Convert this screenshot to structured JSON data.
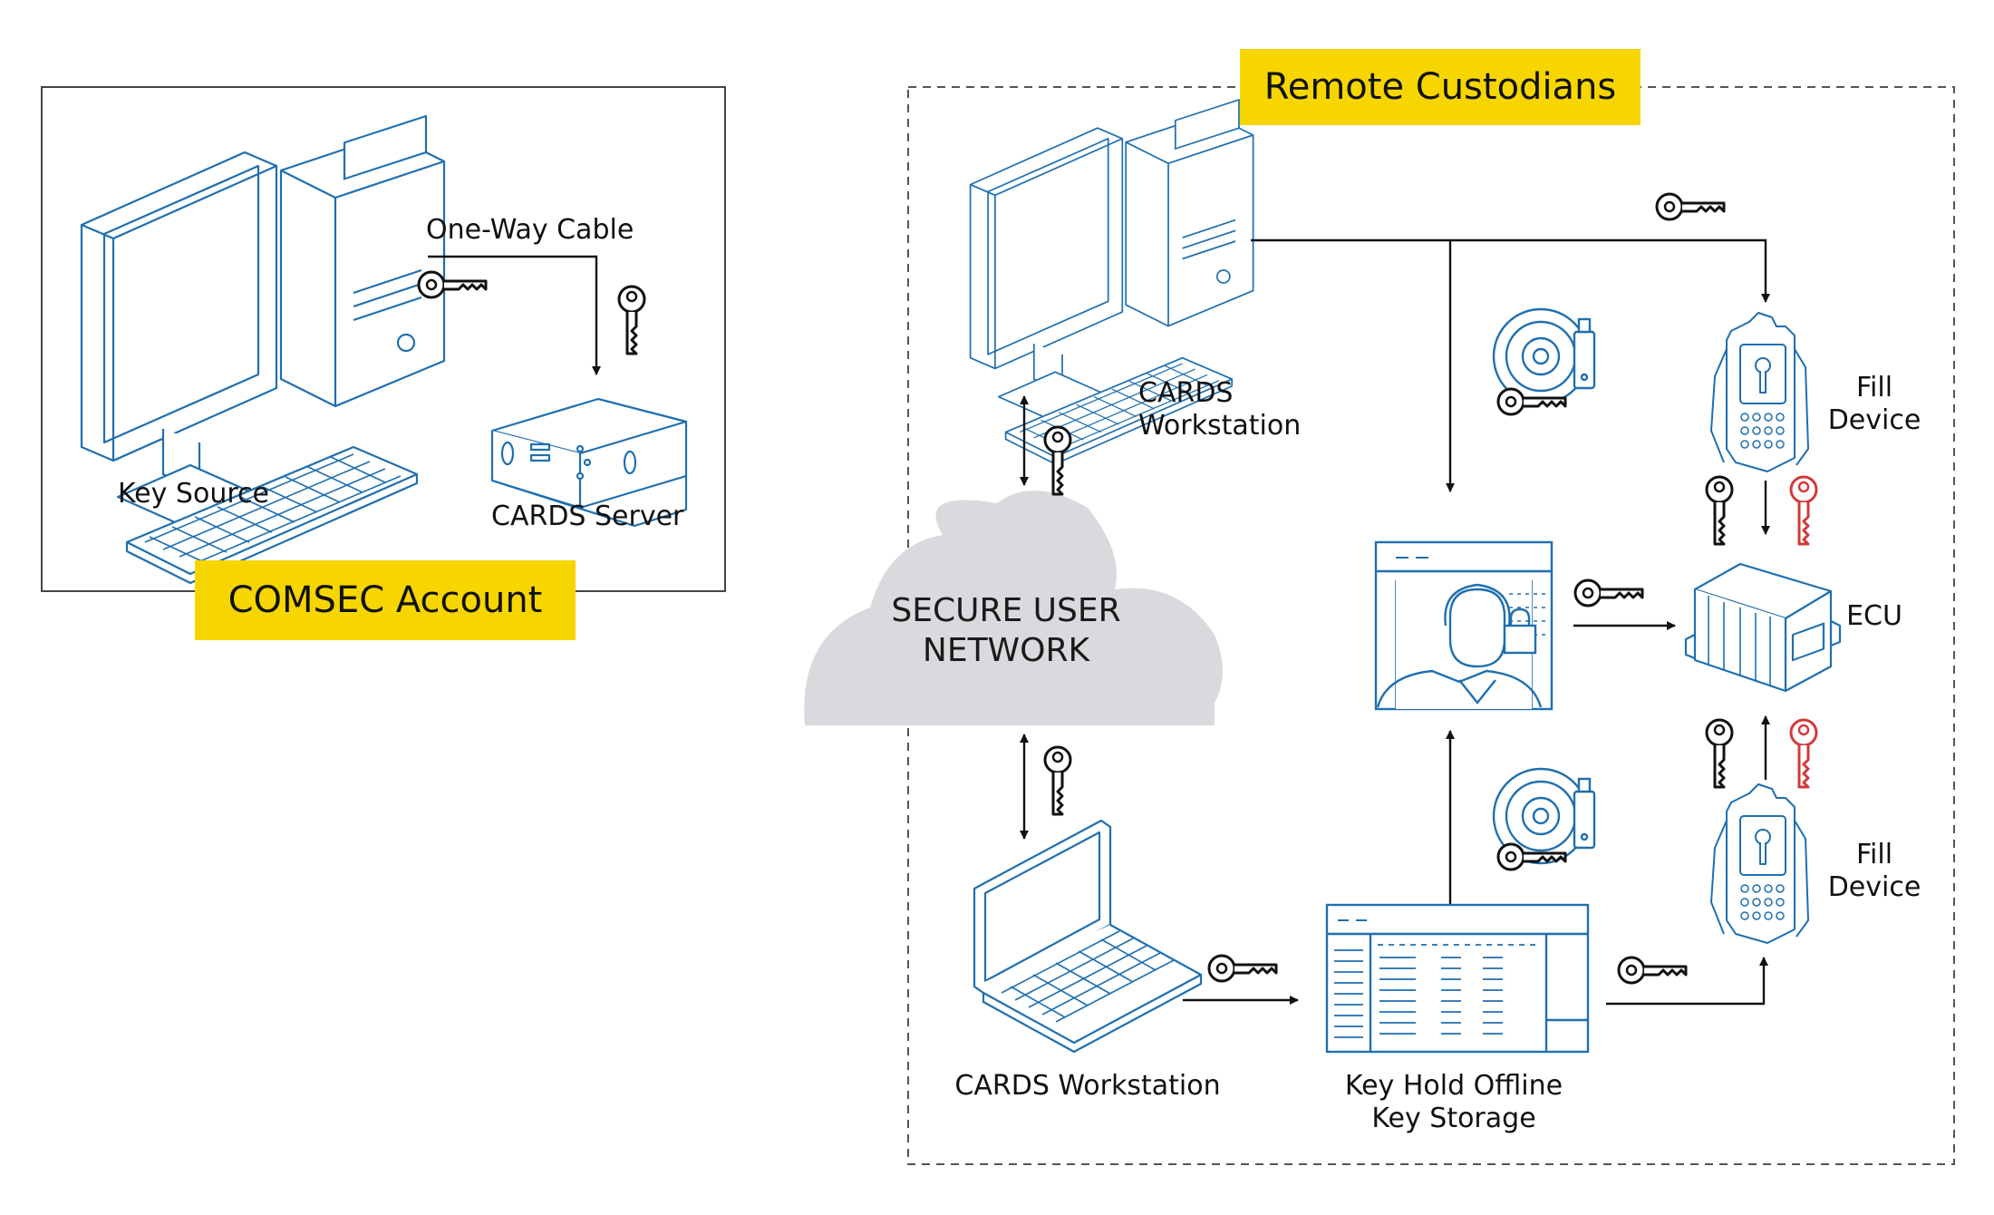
{
  "colors": {
    "accent_yellow": "#f7d600",
    "line_blue": "#1f6fb0",
    "arrow_black": "#111111",
    "key_red": "#d23a3a",
    "cloud_gray": "#d9dadd"
  },
  "comsec": {
    "badge": "COMSEC Account",
    "key_source_label": "Key Source",
    "one_way_cable_label": "One-Way Cable",
    "cards_server_label": "CARDS Server"
  },
  "remote": {
    "badge": "Remote Custodians",
    "cards_workstation_top": [
      "CARDS",
      "Workstation"
    ],
    "cards_workstation_bottom": "CARDS Workstation",
    "fill_device_top": [
      "Fill",
      "Device"
    ],
    "fill_device_bottom": [
      "Fill",
      "Device"
    ],
    "ecu_label": "ECU",
    "key_hold": [
      "Key Hold Offline",
      "Key Storage"
    ]
  },
  "cloud": {
    "lines": [
      "SECURE USER",
      "NETWORK"
    ]
  },
  "icons": [
    "desktop-computer-icon",
    "server-icon",
    "laptop-icon",
    "cloud-icon",
    "key-icon",
    "red-key-icon",
    "disc-and-usb-icon",
    "fill-device-icon",
    "ecu-icon",
    "secure-user-profile-icon",
    "offline-storage-icon"
  ]
}
